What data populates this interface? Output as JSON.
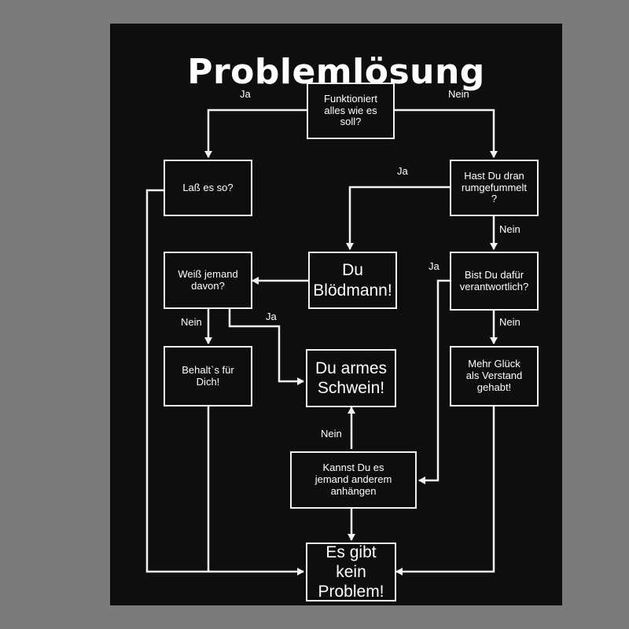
{
  "title": "Problemlösung",
  "colors": {
    "background": "#7b7b7b",
    "poster": "#0e0e0e",
    "line": "#f2f2f2",
    "text": "#ffffff"
  },
  "nodes": {
    "funktioniert": "Funktioniert\nalles wie es\nsoll?",
    "lass_es_so": "Laß es so?",
    "hast_du_dran": "Hast Du dran\nrumgefummelt\n?",
    "weiss_jemand": "Weiß jemand\ndavon?",
    "du_bloedmann": "Du\nBlödmann!",
    "bist_du_dafuer": "Bist Du dafür\nverantwortlich?",
    "behalts_fuer_dich": "Behalt`s für\nDich!",
    "du_armes_schwein": "Du armes\nSchwein!",
    "mehr_glueck": "Mehr Glück\nals Verstand\ngehabt!",
    "kannst_du": "Kannst Du es\njemand anderem\nanhängen",
    "kein_problem": "Es gibt kein\nProblem!"
  },
  "edge_labels": {
    "funktioniert_ja": "Ja",
    "funktioniert_nein": "Nein",
    "rumgefummelt_ja": "Ja",
    "rumgefummelt_nein": "Nein",
    "verantwortlich_ja": "Ja",
    "verantwortlich_nein": "Nein",
    "weiss_ja": "Ja",
    "weiss_nein": "Nein",
    "anhaengen_nein": "Nein"
  }
}
